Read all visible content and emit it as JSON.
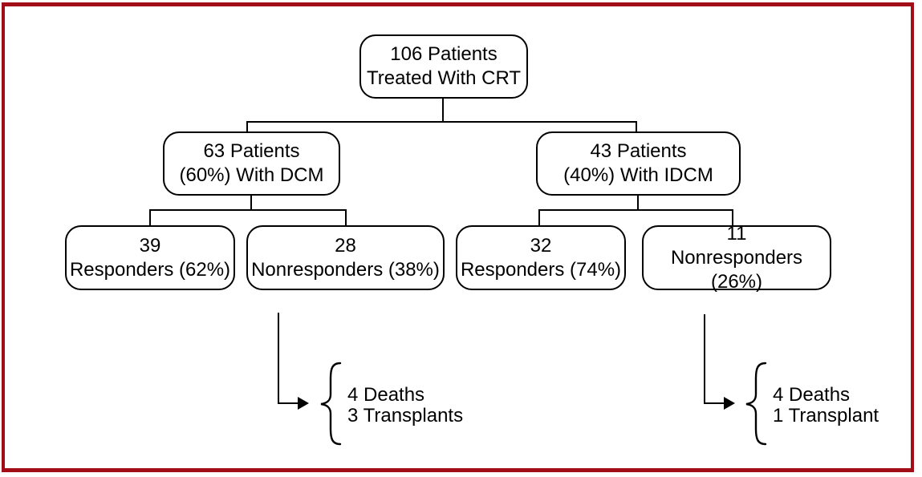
{
  "figure": {
    "background": "#FFFFFF",
    "frame_color": "#A20D18",
    "line_color": "#000000",
    "nodes": {
      "root": {
        "line1": "106 Patients",
        "line2": "Treated With CRT"
      },
      "dcm": {
        "line1": "63 Patients",
        "line2": "(60%) With DCM"
      },
      "idcm": {
        "line1": "43 Patients",
        "line2": "(40%) With IDCM"
      },
      "dcm_responders": {
        "line1": "39",
        "line2": "Responders (62%)"
      },
      "dcm_nonresponders": {
        "line1": "28",
        "line2": "Nonresponders (38%)"
      },
      "idcm_responders": {
        "line1": "32",
        "line2": "Responders (74%)"
      },
      "idcm_nonresponders": {
        "line1": "11",
        "line2": "Nonresponders (26%)"
      }
    },
    "outcomes": {
      "dcm_nonresponders": {
        "line1": "4 Deaths",
        "line2": "3 Transplants"
      },
      "idcm_nonresponders": {
        "line1": "4 Deaths",
        "line2": "1 Transplant"
      }
    }
  }
}
